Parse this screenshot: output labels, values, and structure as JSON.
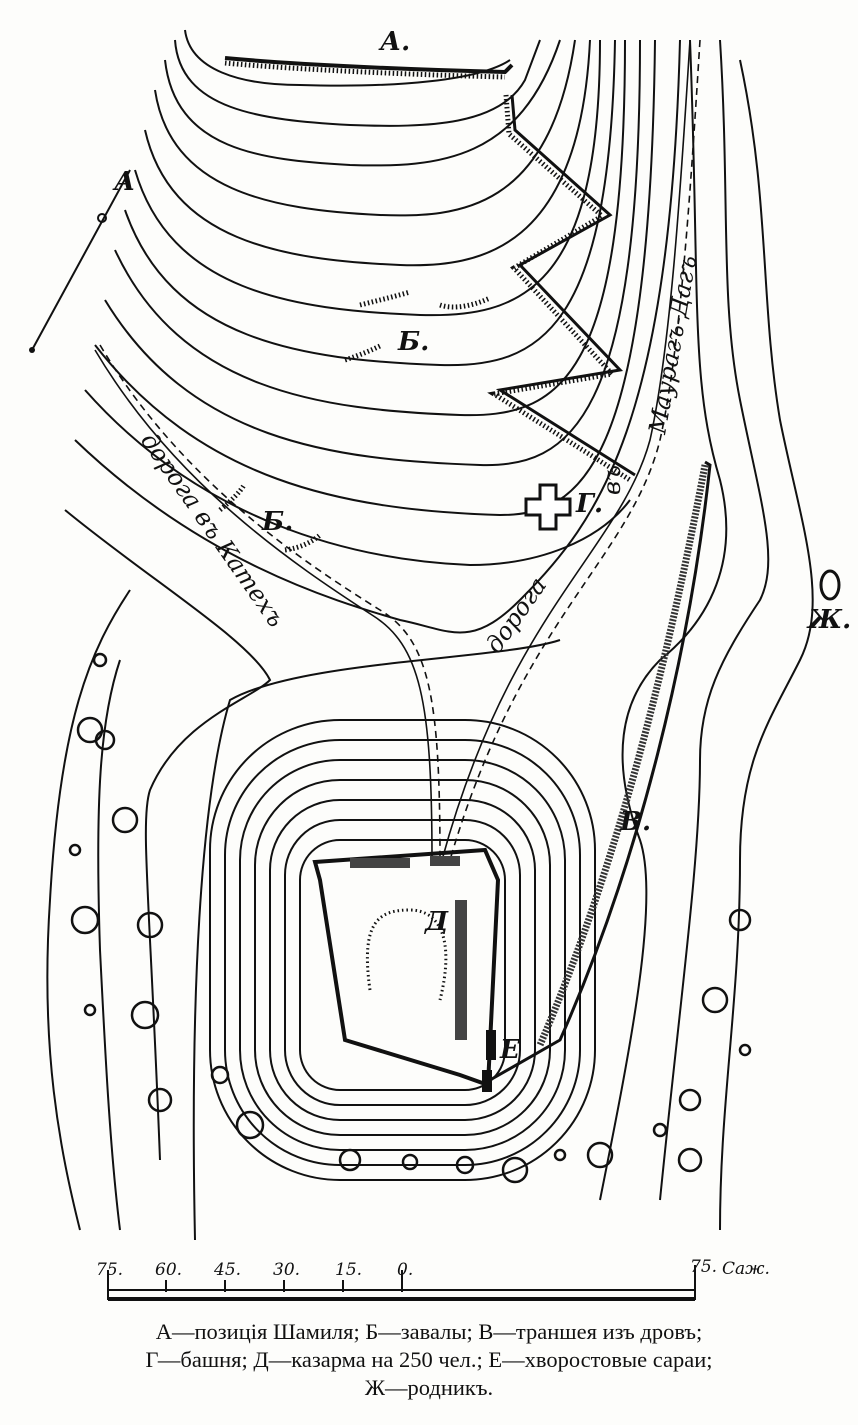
{
  "map": {
    "labels": {
      "a": "А.",
      "b1": "Б.",
      "b2": "Б.",
      "g": "Г.",
      "v": "В.",
      "d": "Д",
      "e": "Е",
      "zh": "Ж."
    },
    "roads": {
      "katekh": "дорога въ Катехъ",
      "mauragh_1": "дорога",
      "mauragh_2": "въ",
      "mauragh_3": "Маурагъ-Дагъ"
    },
    "north_arrow_label": "А"
  },
  "scale": {
    "ticks": [
      "75.",
      "60.",
      "45.",
      "30.",
      "15.",
      "0.",
      "75."
    ],
    "unit": "Саж."
  },
  "legend": {
    "line1": "А—позиція Шамиля; Б—завалы; В—траншея изъ дровъ;",
    "line2": "Г—башня; Д—казарма на 250 чел.; Е—хворостовые сараи;",
    "line3": "Ж—родникъ."
  }
}
